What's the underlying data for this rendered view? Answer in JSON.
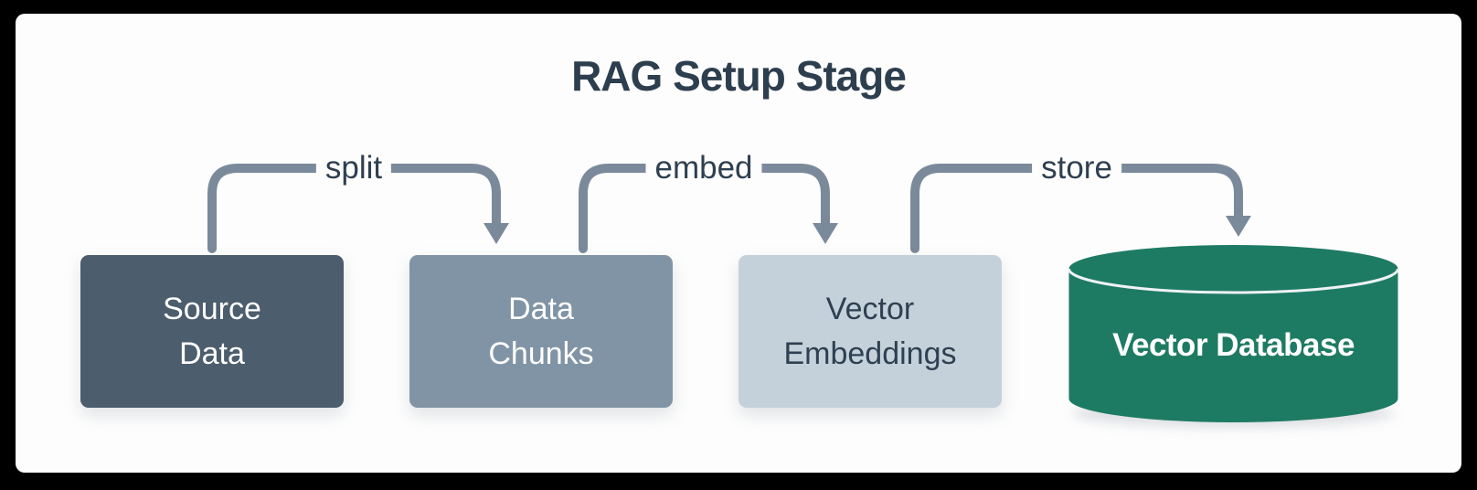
{
  "title": "RAG Setup Stage",
  "nodes": [
    {
      "id": "source-data",
      "shape": "rect",
      "line1": "Source",
      "line2": "Data",
      "fill": "#4c5d6d",
      "text_color": "#ffffff"
    },
    {
      "id": "data-chunks",
      "shape": "rect",
      "line1": "Data",
      "line2": "Chunks",
      "fill": "#8094a5",
      "text_color": "#ffffff"
    },
    {
      "id": "vector-embeddings",
      "shape": "rect",
      "line1": "Vector",
      "line2": "Embeddings",
      "fill": "#c5d1da",
      "text_color": "#2e4051"
    },
    {
      "id": "vector-database",
      "shape": "cylinder",
      "label": "Vector Database",
      "fill": "#1e7b63",
      "text_color": "#ffffff"
    }
  ],
  "edges": [
    {
      "from": "source-data",
      "to": "data-chunks",
      "label": "split"
    },
    {
      "from": "data-chunks",
      "to": "vector-embeddings",
      "label": "embed"
    },
    {
      "from": "vector-embeddings",
      "to": "vector-database",
      "label": "store"
    }
  ],
  "colors": {
    "frame": "#000000",
    "background": "#fdfdfd",
    "title_text": "#2d3e4e",
    "edge_label_text": "#2e3f50",
    "arrow": "#7b8a9b",
    "cylinder_rim": "#eef2f4"
  }
}
